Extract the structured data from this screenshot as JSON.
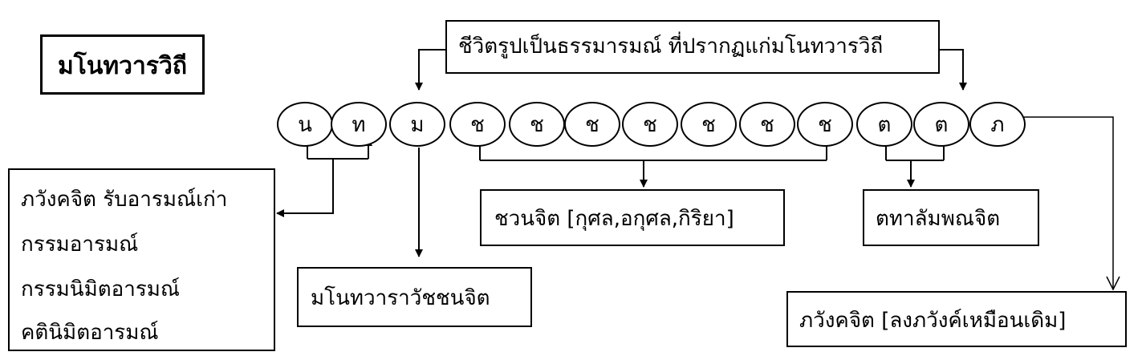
{
  "title": "มโนทวารวิถี",
  "top_note": "ชีวิตรูปเป็นธรรมารมณ์ ที่ปรากฏแก่มโนทวารวิถี",
  "circles": [
    "น",
    "ท",
    "ม",
    "ช",
    "ช",
    "ช",
    "ช",
    "ช",
    "ช",
    "ช",
    "ต",
    "ต",
    "ภ"
  ],
  "left_box": [
    "ภวังคจิต รับอารมณ์เก่า",
    "กรรมอารมณ์",
    "กรรมนิมิตอารมณ์",
    "คตินิมิตอารมณ์"
  ],
  "mano_box": "มโนทวาราวัชชนจิต",
  "javana_box": "ชวนจิต [กุศล,อกุศล,กิริยา]",
  "tadalambana_box": "ตทาลัมพณจิต",
  "bhavanga_box": "ภวังคจิต [ลงภวังค์เหมือนเดิม]"
}
